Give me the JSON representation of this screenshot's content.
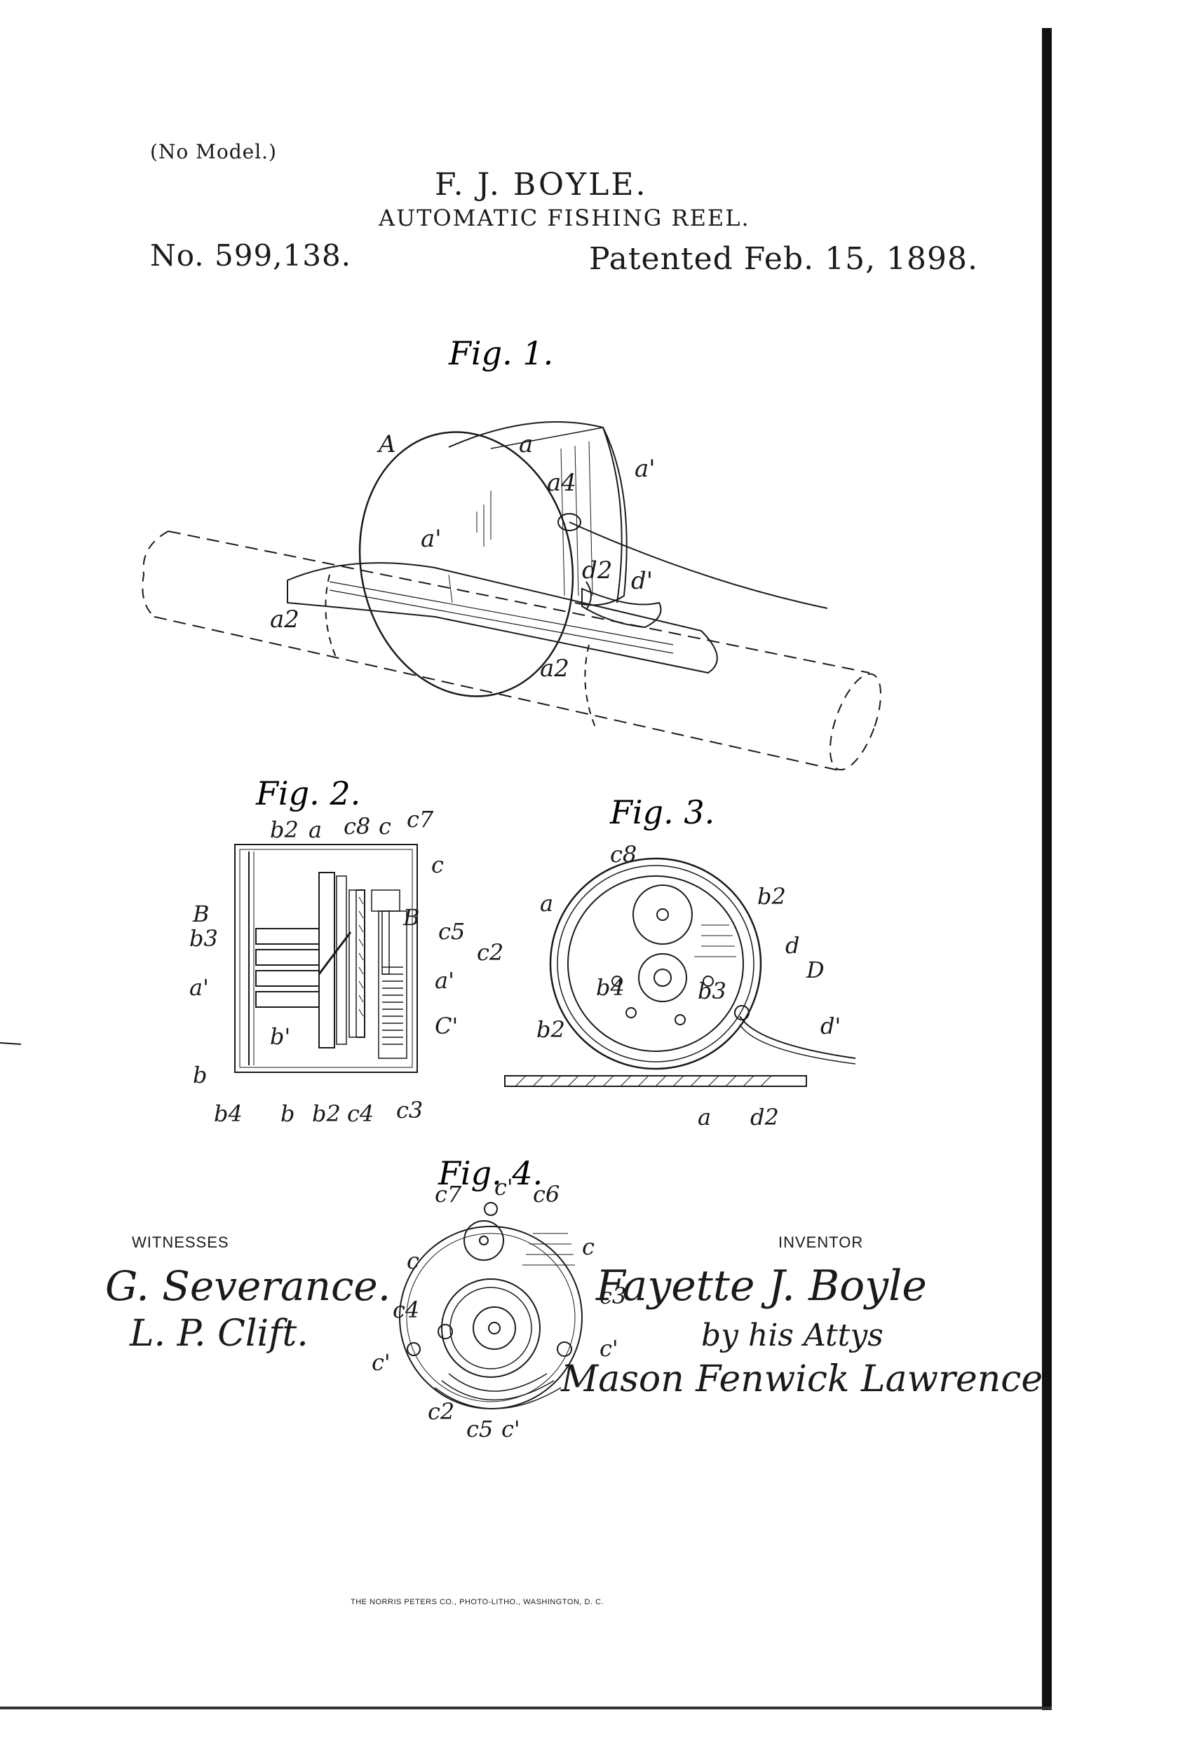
{
  "header": {
    "no_model": "(No Model.)",
    "inventor": "F. J. BOYLE.",
    "title": "AUTOMATIC FISHING REEL.",
    "patent_number": "No. 599,138.",
    "patent_date": "Patented Feb. 15, 1898."
  },
  "figures": {
    "fig1": {
      "label": "Fig. 1.",
      "refs": [
        "A",
        "a",
        "a'",
        "a4",
        "a'",
        "a2",
        "d2",
        "d'",
        "a2"
      ]
    },
    "fig2": {
      "label": "Fig. 2.",
      "refs": [
        "b2",
        "a",
        "c8",
        "c",
        "c7",
        "c",
        "B",
        "B",
        "b3",
        "c5",
        "c2",
        "a'",
        "a'",
        "b'",
        "C'",
        "b",
        "b4",
        "b",
        "b2",
        "c4",
        "c3"
      ]
    },
    "fig3": {
      "label": "Fig. 3.",
      "refs": [
        "c8",
        "a",
        "b2",
        "d",
        "D",
        "b4",
        "b3",
        "b2",
        "d'",
        "a",
        "d2"
      ]
    },
    "fig4": {
      "label": "Fig. 4.",
      "refs": [
        "c7",
        "c'",
        "c6",
        "c",
        "c",
        "c3",
        "c4",
        "c'",
        "c'",
        "c2",
        "c5",
        "c'"
      ]
    }
  },
  "signatures": {
    "witnesses_label": "WITNESSES",
    "inventor_label": "INVENTOR",
    "witness_1": "G. Severance.",
    "witness_2": "L. P. Clift.",
    "inventor_sig": "Fayette J. Boyle",
    "attorney_line_1": "by his Attys",
    "attorney_line_2": "Mason Fenwick Lawrence"
  },
  "footer": {
    "printer": "THE NORRIS PETERS CO., PHOTO-LITHO., WASHINGTON, D. C."
  }
}
